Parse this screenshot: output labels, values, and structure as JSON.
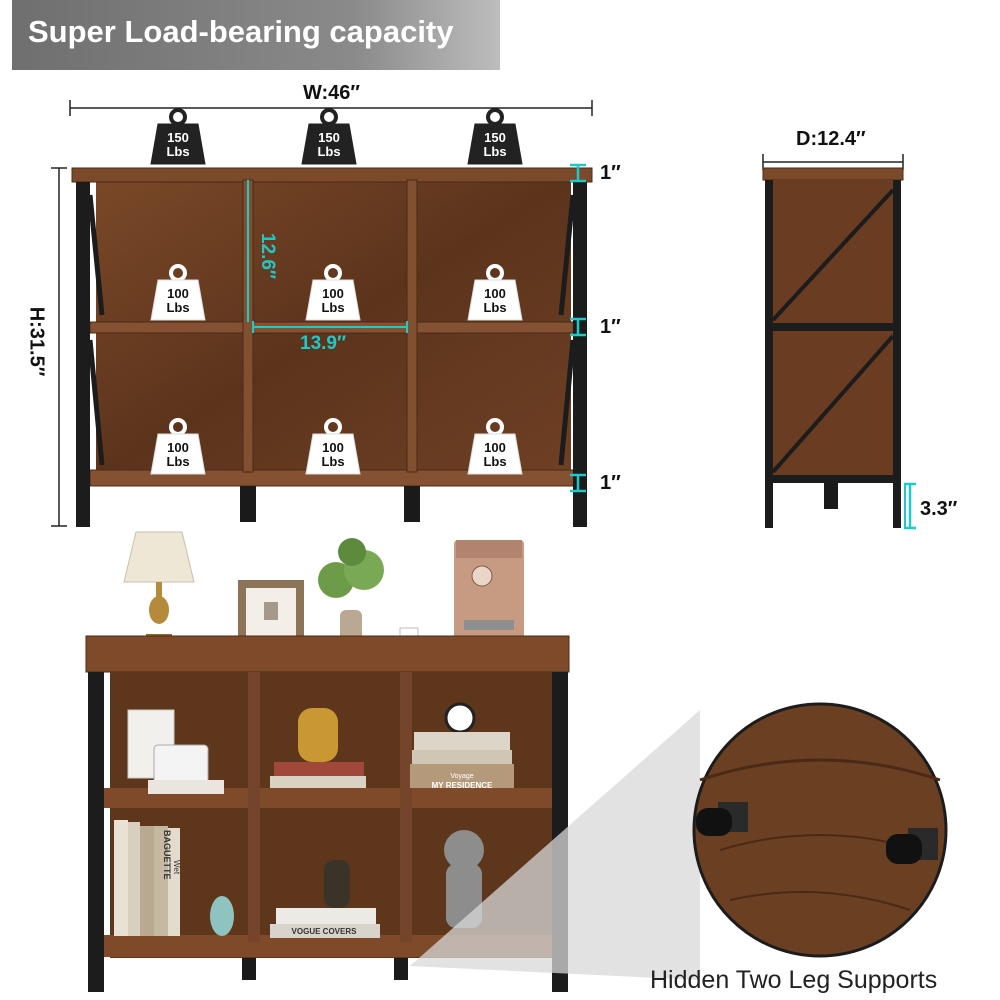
{
  "banner": {
    "title": "Super Load-bearing capacity"
  },
  "dimensions": {
    "width": "W:46″",
    "depth": "D:12.4″",
    "height": "H:31.5″",
    "cube_height": "12.6″",
    "cube_width": "13.9″",
    "board_top": "1″",
    "board_middle": "1″",
    "board_bottom": "1″",
    "leg_height": "3.3″"
  },
  "weights": {
    "top": [
      {
        "value": "150",
        "unit": "Lbs"
      },
      {
        "value": "150",
        "unit": "Lbs"
      },
      {
        "value": "150",
        "unit": "Lbs"
      }
    ],
    "shelves": [
      {
        "value": "100",
        "unit": "Lbs"
      },
      {
        "value": "100",
        "unit": "Lbs"
      },
      {
        "value": "100",
        "unit": "Lbs"
      },
      {
        "value": "100",
        "unit": "Lbs"
      },
      {
        "value": "100",
        "unit": "Lbs"
      },
      {
        "value": "100",
        "unit": "Lbs"
      }
    ]
  },
  "books": {
    "top_stack": [
      "MY RESIDENCE",
      "Voyage"
    ],
    "bottom_stack": [
      "VOGUE COVERS"
    ],
    "spines": [
      "BAGUETTE",
      "Wet"
    ]
  },
  "caption": "Hidden Two Leg Supports",
  "colors": {
    "wood": "#6b3f22",
    "wood_dark": "#4a2a16",
    "frame": "#1c1c1c",
    "accent": "#1fc9c9",
    "banner": "#7a7a7a"
  }
}
